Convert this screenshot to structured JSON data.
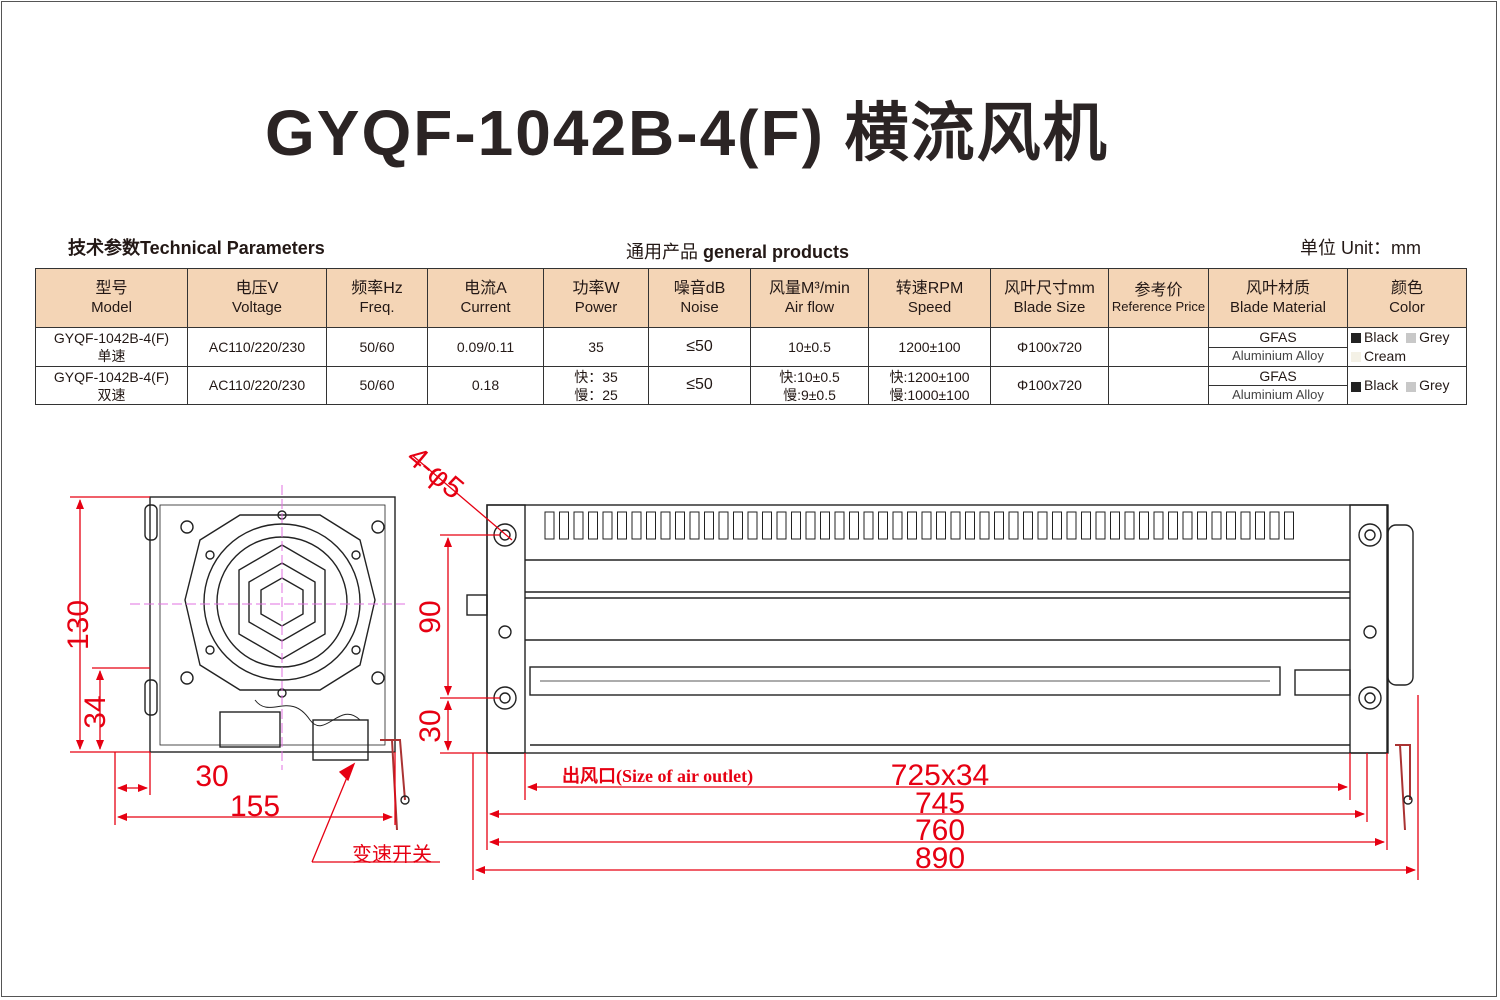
{
  "title": "GYQF-1042B-4(F) 横流风机",
  "section_left_cn": "技术参数",
  "section_left_en": "Technical Parameters",
  "section_mid_cn": "通用产品",
  "section_mid_en": "general products",
  "unit": "单位 Unit：mm",
  "columns": [
    {
      "cn": "型号",
      "en": "Model"
    },
    {
      "cn": "电压V",
      "en": "Voltage"
    },
    {
      "cn": "频率Hz",
      "en": "Freq."
    },
    {
      "cn": "电流A",
      "en": "Current"
    },
    {
      "cn": "功率W",
      "en": "Power"
    },
    {
      "cn": "噪音dB",
      "en": "Noise"
    },
    {
      "cn": "风量M³/min",
      "en": "Air flow"
    },
    {
      "cn": "转速RPM",
      "en": "Speed"
    },
    {
      "cn": "风叶尺寸mm",
      "en": "Blade Size"
    },
    {
      "cn": "参考价",
      "en": "Reference Price"
    },
    {
      "cn": "风叶材质",
      "en": "Blade Material"
    },
    {
      "cn": "颜色",
      "en": "Color"
    }
  ],
  "rows": [
    {
      "model": "GYQF-1042B-4(F)",
      "model_sub": "单速",
      "voltage": "AC110/220/230",
      "freq": "50/60",
      "current": "0.09/0.11",
      "power_1": "35",
      "power_2": "",
      "noise": "≤50",
      "airflow_1": "10±0.5",
      "airflow_2": "",
      "speed_1": "1200±100",
      "speed_2": "",
      "blade_size": "Φ100x720",
      "price": "",
      "material_1": "GFAS",
      "material_2": "Aluminium Alloy",
      "color_1": "Black",
      "color_2": "Grey",
      "color_3": "Cream"
    },
    {
      "model": "GYQF-1042B-4(F)",
      "model_sub": "双速",
      "voltage": "AC110/220/230",
      "freq": "50/60",
      "current": "0.18",
      "power_1": "快：35",
      "power_2": "慢：25",
      "noise": "≤50",
      "airflow_1": "快:10±0.5",
      "airflow_2": "慢:9±0.5",
      "speed_1": "快:1200±100",
      "speed_2": "慢:1000±100",
      "blade_size": "Φ100x720",
      "price": "",
      "material_1": "GFAS",
      "material_2": "Aluminium Alloy",
      "color_1": "Black",
      "color_2": "Grey",
      "color_3": ""
    }
  ],
  "drawing": {
    "dim_130": "130",
    "dim_34": "34",
    "dim_30_left": "30",
    "dim_155": "155",
    "dim_90": "90",
    "dim_30_front": "30",
    "holes": "4-φ5",
    "switch_label": "变速开关",
    "outlet_label": "出风口(Size of  air outlet)",
    "dim_725": "725x34",
    "dim_745": "745",
    "dim_760": "760",
    "dim_890": "890",
    "dim_color": "#e60012"
  }
}
